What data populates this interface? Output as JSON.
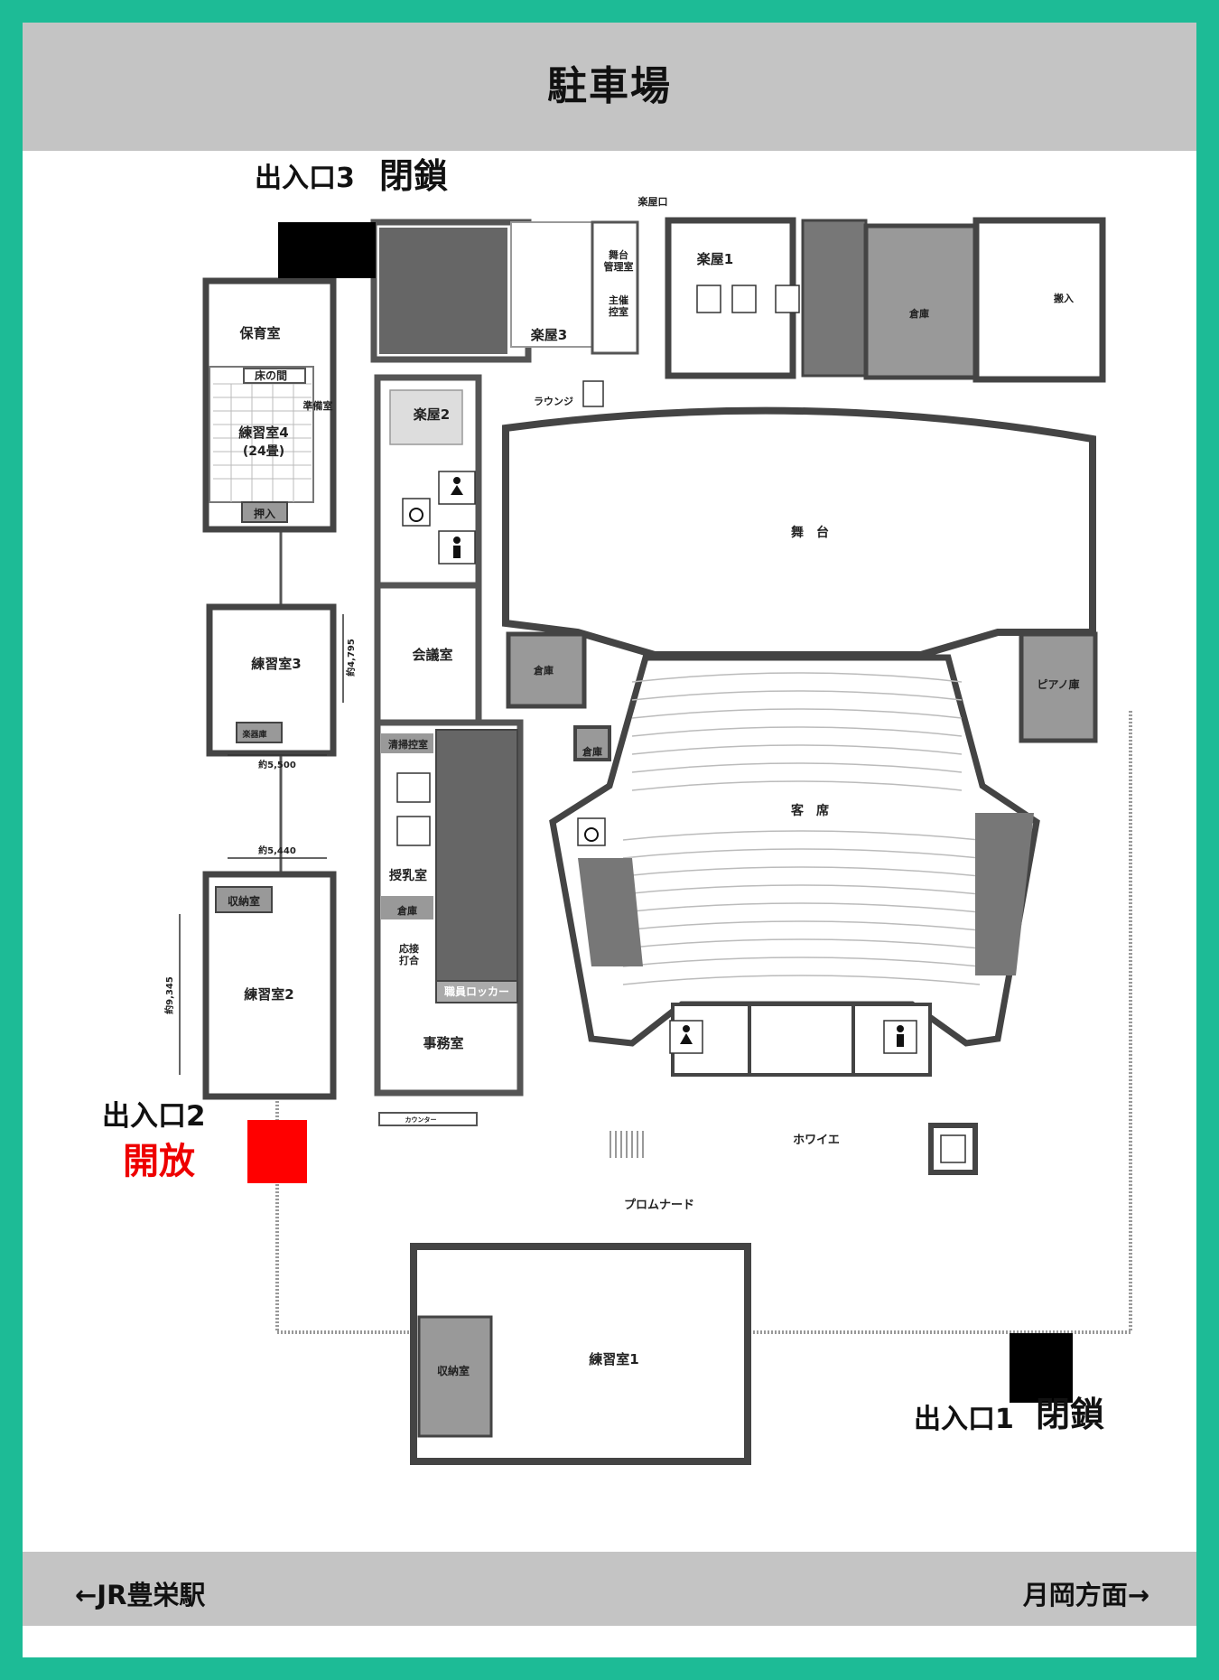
{
  "header": {
    "title": "駐車場"
  },
  "footer": {
    "left": "←JR豊栄駅",
    "right": "月岡方面→"
  },
  "entrances": {
    "e3": {
      "label": "出入口3",
      "status": "閉鎖"
    },
    "e2": {
      "label": "出入口2",
      "status": "開放",
      "status_color": "#e00000"
    },
    "e1": {
      "label": "出入口1",
      "status": "閉鎖"
    }
  },
  "rooms": {
    "hoikushitsu": "保育室",
    "tokonoma": "床の間",
    "junbishitsu": "準備室",
    "renshu4": "練習室4",
    "renshu4_size": "(24畳)",
    "oshiire": "押入",
    "renshu3": "練習室3",
    "gakkiko": "楽器庫",
    "renshu2": "練習室2",
    "shuno2": "収納室",
    "renshu1": "練習室1",
    "shuno1": "収納室",
    "gakuya1": "楽屋1",
    "gakuya2": "楽屋2",
    "gakuya3": "楽屋3",
    "gakuyaguchi": "楽屋口",
    "butai_kanri": "舞台\n管理室",
    "shusai": "主催\n控室",
    "lounge": "ラウンジ",
    "souko_top": "倉庫",
    "hannyu": "搬入",
    "butai": "舞　台",
    "kaigishitsu": "会議室",
    "souko_l": "倉庫",
    "souko_s": "倉庫",
    "piano": "ピアノ庫",
    "kyakuseki": "客　席",
    "seiso": "清掃控室",
    "junyu": "授乳室",
    "souko_c": "倉庫",
    "oset": "応接\n打合",
    "locker": "職員ロッカー",
    "jimu": "事務室",
    "counter": "カウンター",
    "foyer": "ホワイエ",
    "promenade": "プロムナード"
  },
  "dimensions": {
    "r3_w": "約5,500",
    "r3_h": "約4,795",
    "r2_w": "約5,440",
    "r2_h": "約9,345"
  },
  "icons": [
    "toilet-female-icon",
    "toilet-male-icon",
    "wheelchair-icon",
    "elevator-icon",
    "baby-care-icon",
    "locker-icon",
    "restroom-icon"
  ],
  "colors": {
    "frame": "#1dbb96",
    "band": "#c4c4c4",
    "open": "#e00000",
    "closed": "#000000"
  }
}
